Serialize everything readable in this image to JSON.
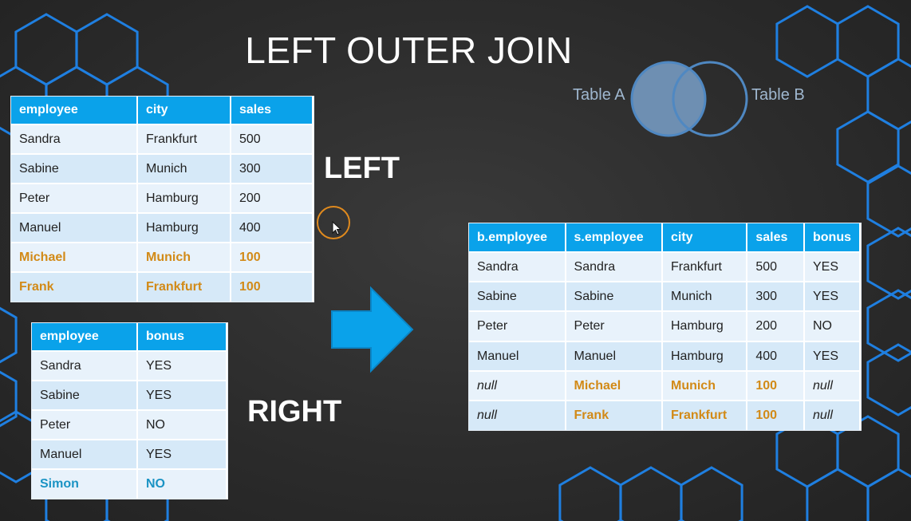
{
  "title": "LEFT OUTER JOIN",
  "venn": {
    "label_a": "Table A",
    "label_b": "Table B"
  },
  "labels": {
    "left": "LEFT",
    "right": "RIGHT"
  },
  "left_table": {
    "headers": [
      "employee",
      "city",
      "sales"
    ],
    "rows": [
      [
        "Sandra",
        "Frankfurt",
        "500"
      ],
      [
        "Sabine",
        "Munich",
        "300"
      ],
      [
        "Peter",
        "Hamburg",
        "200"
      ],
      [
        "Manuel",
        "Hamburg",
        "400"
      ],
      [
        "Michael",
        "Munich",
        "100"
      ],
      [
        "Frank",
        "Frankfurt",
        "100"
      ]
    ]
  },
  "right_table": {
    "headers": [
      "employee",
      "bonus"
    ],
    "rows": [
      [
        "Sandra",
        "YES"
      ],
      [
        "Sabine",
        "YES"
      ],
      [
        "Peter",
        "NO"
      ],
      [
        "Manuel",
        "YES"
      ],
      [
        "Simon",
        "NO"
      ]
    ]
  },
  "result_table": {
    "headers": [
      "b.employee",
      "s.employee",
      "city",
      "sales",
      "bonus"
    ],
    "rows": [
      [
        "Sandra",
        "Sandra",
        "Frankfurt",
        "500",
        "YES"
      ],
      [
        "Sabine",
        "Sabine",
        "Munich",
        "300",
        "YES"
      ],
      [
        "Peter",
        "Peter",
        "Hamburg",
        "200",
        "NO"
      ],
      [
        "Manuel",
        "Manuel",
        "Hamburg",
        "400",
        "YES"
      ],
      [
        "null",
        "Michael",
        "Munich",
        "100",
        "null"
      ],
      [
        "null",
        "Frank",
        "Frankfurt",
        "100",
        "null"
      ]
    ]
  },
  "colors": {
    "header_blue": "#0aa2ea",
    "highlight_orange": "#d28a17",
    "highlight_teal": "#1a93c4",
    "hexagon_blue": "#1f7fe0"
  }
}
